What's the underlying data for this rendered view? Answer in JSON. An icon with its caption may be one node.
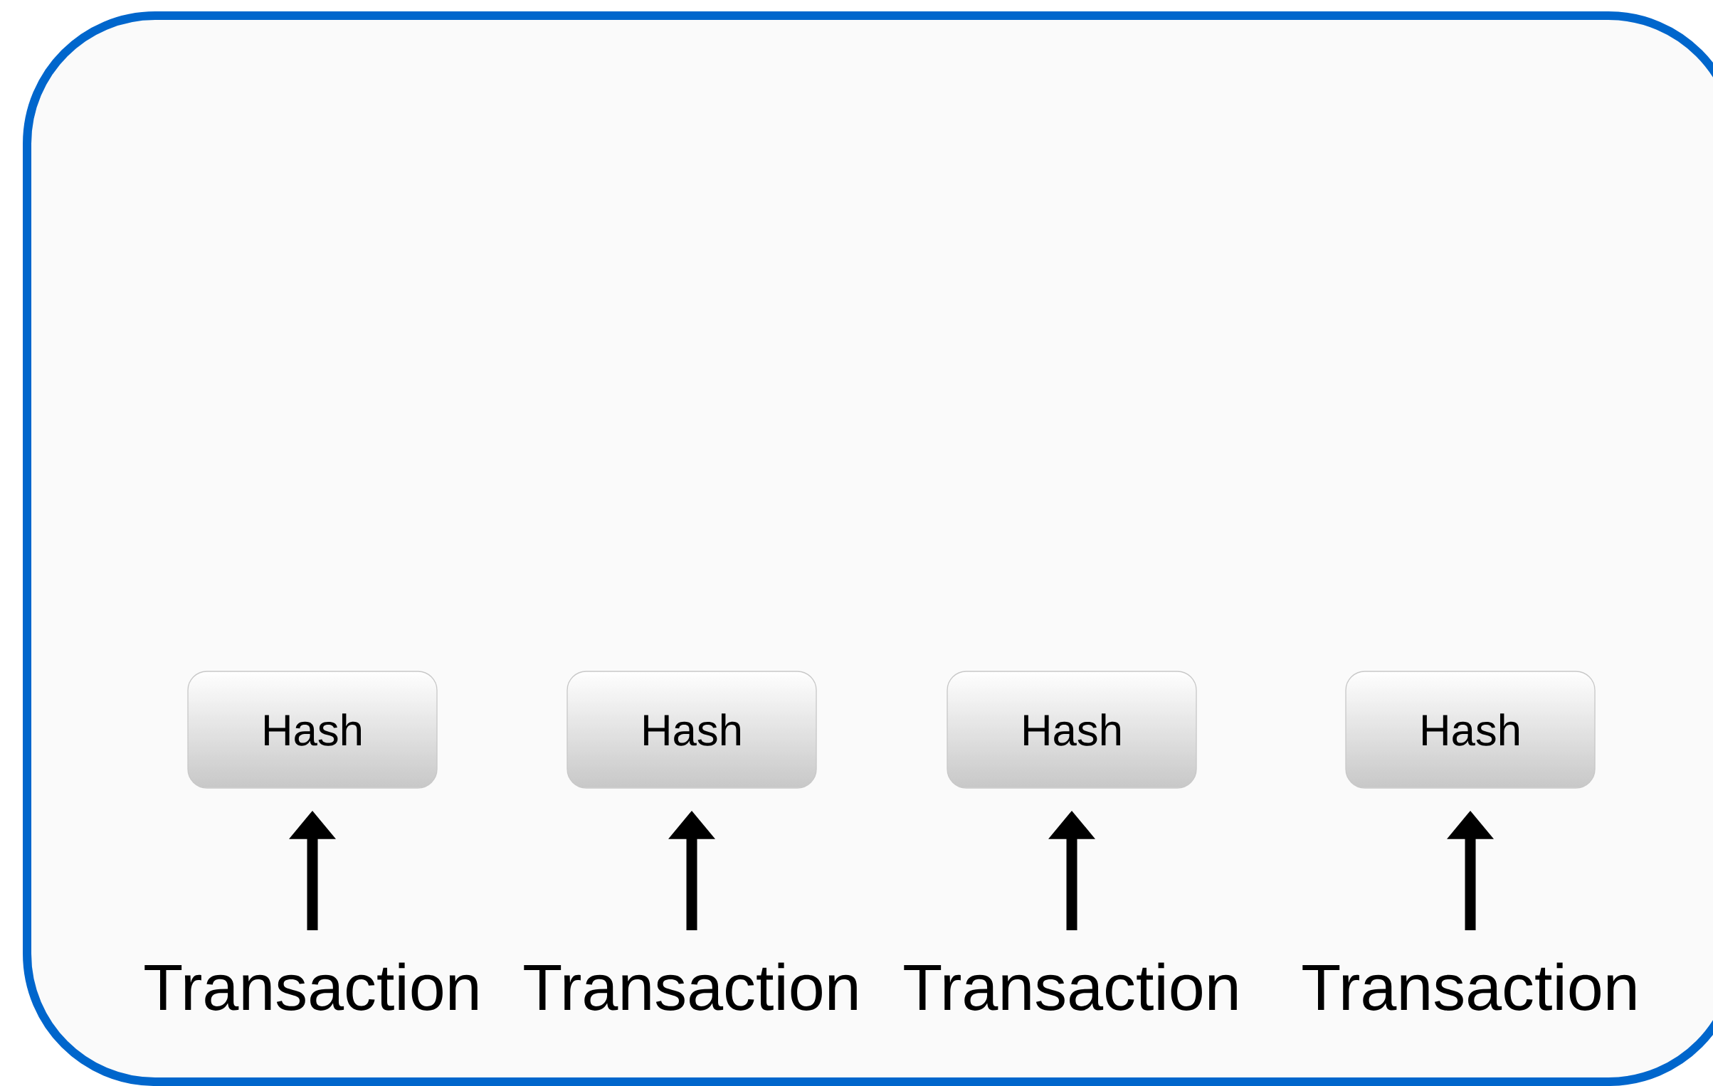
{
  "diagram": {
    "nodes": [
      {
        "text": [
          "Hash"
        ]
      },
      {
        "text": [
          "Hash"
        ]
      },
      {
        "text": [
          "Hash"
        ]
      },
      {
        "text": [
          "Hash"
        ]
      },
      {
        "text": [
          "Transaction"
        ]
      },
      {
        "text": [
          "Transaction"
        ]
      },
      {
        "text": [
          "Transaction"
        ]
      },
      {
        "text": [
          "Transaction"
        ]
      }
    ],
    "edges": [
      {
        "from": 4,
        "to": 0,
        "arrow": "to"
      },
      {
        "from": 5,
        "to": 1,
        "arrow": "to"
      },
      {
        "from": 6,
        "to": 2,
        "arrow": "to"
      },
      {
        "from": 7,
        "to": 3,
        "arrow": "to"
      }
    ]
  }
}
